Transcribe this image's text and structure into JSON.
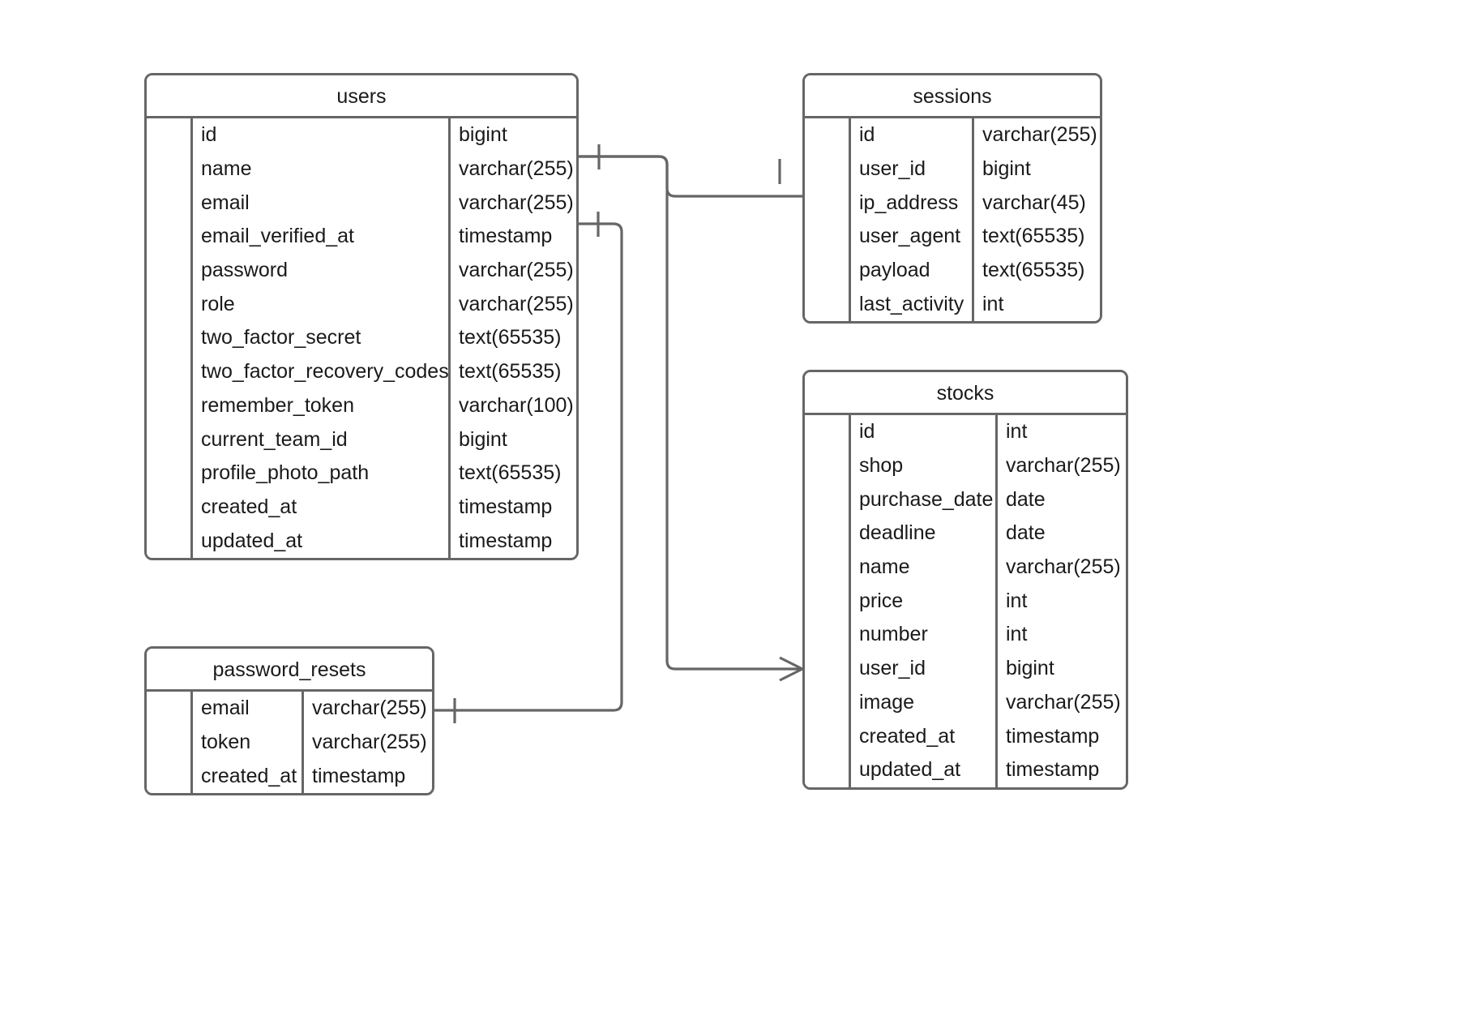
{
  "diagram": {
    "type": "entity-relationship-diagram",
    "notation": "crows-foot",
    "background_color": "#ffffff",
    "border_color": "#666666",
    "text_color": "#1a1a1a"
  },
  "entities": [
    {
      "id": "users",
      "name": "users",
      "attributes": [
        {
          "key": "",
          "name": "id",
          "type": "bigint"
        },
        {
          "key": "",
          "name": "name",
          "type": "varchar(255)"
        },
        {
          "key": "",
          "name": "email",
          "type": "varchar(255)"
        },
        {
          "key": "",
          "name": "email_verified_at",
          "type": "timestamp"
        },
        {
          "key": "",
          "name": "password",
          "type": "varchar(255)"
        },
        {
          "key": "",
          "name": "role",
          "type": "varchar(255)"
        },
        {
          "key": "",
          "name": "two_factor_secret",
          "type": "text(65535)"
        },
        {
          "key": "",
          "name": "two_factor_recovery_codes",
          "type": "text(65535)"
        },
        {
          "key": "",
          "name": "remember_token",
          "type": "varchar(100)"
        },
        {
          "key": "",
          "name": "current_team_id",
          "type": "bigint"
        },
        {
          "key": "",
          "name": "profile_photo_path",
          "type": "text(65535)"
        },
        {
          "key": "",
          "name": "created_at",
          "type": "timestamp"
        },
        {
          "key": "",
          "name": "updated_at",
          "type": "timestamp"
        }
      ]
    },
    {
      "id": "sessions",
      "name": "sessions",
      "attributes": [
        {
          "key": "",
          "name": "id",
          "type": "varchar(255)"
        },
        {
          "key": "",
          "name": "user_id",
          "type": "bigint"
        },
        {
          "key": "",
          "name": "ip_address",
          "type": "varchar(45)"
        },
        {
          "key": "",
          "name": "user_agent",
          "type": "text(65535)"
        },
        {
          "key": "",
          "name": "payload",
          "type": "text(65535)"
        },
        {
          "key": "",
          "name": "last_activity",
          "type": "int"
        }
      ]
    },
    {
      "id": "stocks",
      "name": "stocks",
      "attributes": [
        {
          "key": "",
          "name": "id",
          "type": "int"
        },
        {
          "key": "",
          "name": "shop",
          "type": "varchar(255)"
        },
        {
          "key": "",
          "name": "purchase_date",
          "type": "date"
        },
        {
          "key": "",
          "name": "deadline",
          "type": "date"
        },
        {
          "key": "",
          "name": "name",
          "type": "varchar(255)"
        },
        {
          "key": "",
          "name": "price",
          "type": "int"
        },
        {
          "key": "",
          "name": "number",
          "type": "int"
        },
        {
          "key": "",
          "name": "user_id",
          "type": "bigint"
        },
        {
          "key": "",
          "name": "image",
          "type": "varchar(255)"
        },
        {
          "key": "",
          "name": "created_at",
          "type": "timestamp"
        },
        {
          "key": "",
          "name": "updated_at",
          "type": "timestamp"
        }
      ]
    },
    {
      "id": "password_resets",
      "name": "password_resets",
      "attributes": [
        {
          "key": "",
          "name": "email",
          "type": "varchar(255)"
        },
        {
          "key": "",
          "name": "token",
          "type": "varchar(255)"
        },
        {
          "key": "",
          "name": "created_at",
          "type": "timestamp"
        }
      ]
    }
  ],
  "relationships": [
    {
      "id": "users-sessions",
      "from_entity": "users",
      "from_attribute": "id",
      "to_entity": "sessions",
      "to_attribute": "user_id",
      "from_cardinality": "one",
      "to_cardinality": "one"
    },
    {
      "id": "users-stocks",
      "from_entity": "users",
      "from_attribute": "id",
      "to_entity": "stocks",
      "to_attribute": "user_id",
      "from_cardinality": "one",
      "to_cardinality": "many"
    },
    {
      "id": "users-password_resets",
      "from_entity": "users",
      "from_attribute": "email",
      "to_entity": "password_resets",
      "to_attribute": "email",
      "from_cardinality": "one",
      "to_cardinality": "one"
    }
  ]
}
